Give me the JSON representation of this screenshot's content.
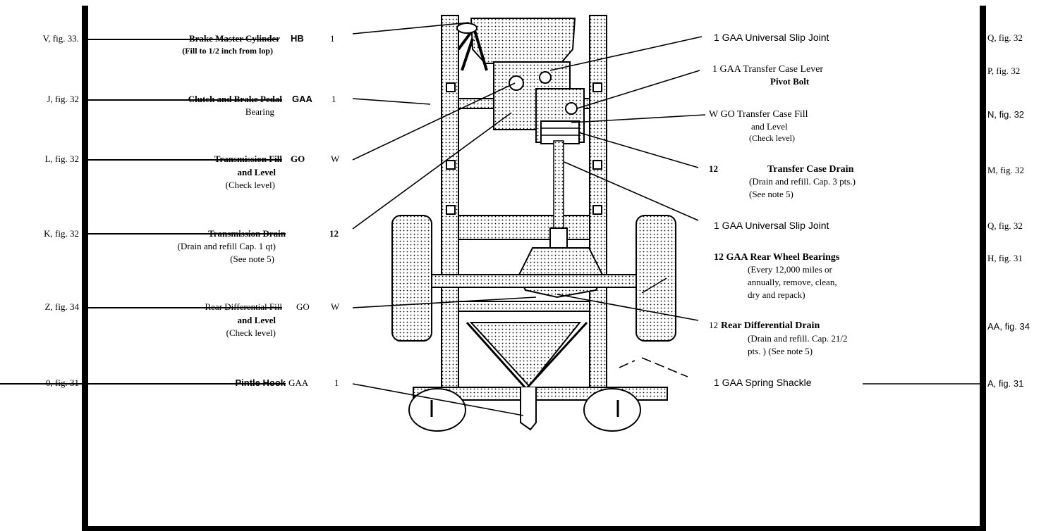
{
  "left_entries": [
    {
      "ref": "V, fig. 33.",
      "name": "Brake Master Cylinder",
      "note": "(Fill to 1/2 inch from lop)",
      "lub": "HB",
      "interval": "1"
    },
    {
      "ref": "J, fig. 32",
      "name": "Clutch and Brake Pedal",
      "name2": "Bearing",
      "lub": "GAA",
      "interval": "1"
    },
    {
      "ref": "L, fig. 32",
      "name": "Transmission Fill",
      "name2": "and Level",
      "note": "(Check level)",
      "lub": "GO",
      "interval": "W"
    },
    {
      "ref": "K, fig. 32",
      "name": "Transmission Drain",
      "note": "(Drain and refill Cap. 1 qt)",
      "note2": "(See note 5)",
      "interval": "12"
    },
    {
      "ref": "Z, fig. 34",
      "name": "Rear Differential Fill",
      "name2": "and Level",
      "note": "(Check level)",
      "lub": "GO",
      "interval": "W"
    },
    {
      "ref": "0, fig. 31",
      "name": "Pintle Hook",
      "lub": "GAA",
      "interval": "1"
    }
  ],
  "right_entries": [
    {
      "text": "1 GAA Universal Slip Joint",
      "ref": "Q, fig. 32"
    },
    {
      "text": "1 GAA Transfer Case Lever",
      "text2": "Pivot Bolt",
      "ref": "P, fig. 32"
    },
    {
      "text": "W GO Transfer Case Fill",
      "text2": "and Level",
      "note": "(Check level)",
      "ref": "N, fig. 32"
    },
    {
      "interval": "12",
      "text": "Transfer Case Drain",
      "note": "(Drain and refill. Cap. 3 pts.)",
      "note2": "(See note 5)",
      "ref": "M, fig. 32"
    },
    {
      "text": "1 GAA Universal Slip Joint",
      "ref": "Q, fig. 32"
    },
    {
      "text": "12 GAA Rear Wheel Bearings",
      "note": "(Every 12,000 miles or",
      "note2": "annually, remove, clean,",
      "note3": "dry and repack)",
      "ref": "H, fig. 31"
    },
    {
      "interval": "12",
      "text": "Rear Differential Drain",
      "note": "(Drain and refill. Cap. 21/2",
      "note2": "pts. ) (See note 5)",
      "ref": "AA, fig. 34"
    },
    {
      "text": "1 GAA Spring Shackle",
      "ref": "A, fig. 31"
    }
  ]
}
